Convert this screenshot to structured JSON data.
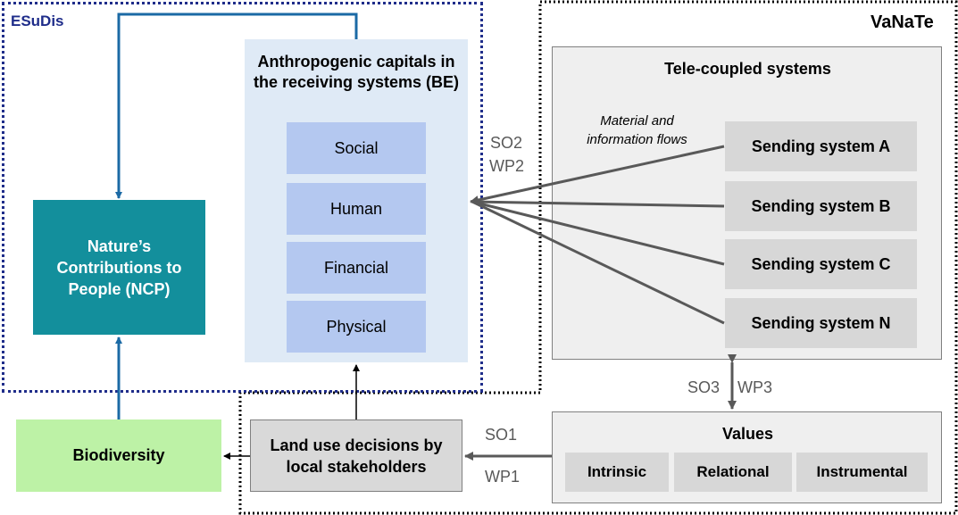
{
  "frames": {
    "esudis_label": "ESuDis",
    "vanate_label": "VaNaTe"
  },
  "ncp": {
    "label": "Nature’s Contributions to People (NCP)"
  },
  "biodiversity": {
    "label": "Biodiversity"
  },
  "anthropogenic": {
    "title": "Anthropogenic capitals in the receiving systems (BE)",
    "capitals": [
      "Social",
      "Human",
      "Financial",
      "Physical"
    ]
  },
  "land_use": {
    "label": "Land use decisions by local stakeholders"
  },
  "telecoupled": {
    "title": "Tele-coupled systems",
    "flows_label": "Material and information flows",
    "sending_systems": [
      "Sending system A",
      "Sending system B",
      "Sending system C",
      "Sending system N"
    ]
  },
  "values": {
    "title": "Values",
    "items": [
      "Intrinsic",
      "Relational",
      "Instrumental"
    ]
  },
  "links": {
    "so2": "SO2",
    "wp2": "WP2",
    "so3": "SO3",
    "wp3": "WP3",
    "so1": "SO1",
    "wp1": "WP1"
  },
  "colors": {
    "esudis_frame": "#1f2d8a",
    "ncp_fill": "#138f9c",
    "biodiversity_fill": "#bdf2a6",
    "capital_fill": "#b4c8f0",
    "blue_arrow": "#1b6aa5",
    "grey_arrow": "#595959"
  }
}
